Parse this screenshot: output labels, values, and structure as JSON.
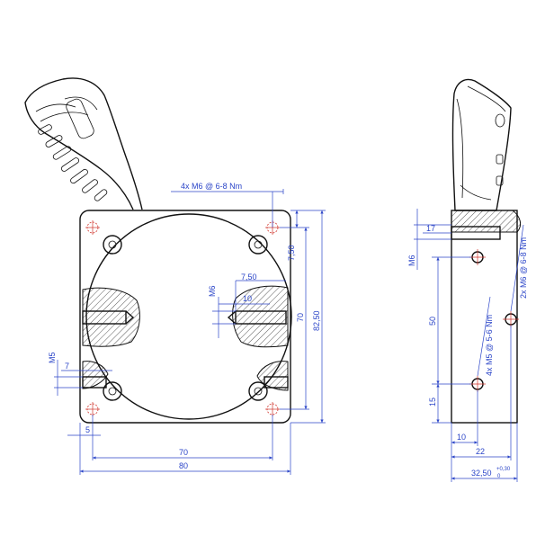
{
  "colors": {
    "outline": "#111111",
    "dimension": "#2b45c8",
    "hole_marker": "#d0342c",
    "background": "#ffffff"
  },
  "front_view": {
    "callouts": {
      "top_screws": "4x M6 @ 6-8 Nm",
      "side_thread": "M6",
      "bottom_thread": "M5"
    },
    "dimensions": {
      "width_total": "80",
      "hole_spacing_horizontal": "70",
      "edge_offset": "5",
      "edge_offset_left": "7",
      "top_offset": "7,50",
      "height_total": "82,50",
      "hole_spacing_vertical": "70",
      "slot_offset": "7,50",
      "slot_depth": "10"
    }
  },
  "side_view": {
    "callouts": {
      "top_thread": "M6",
      "side_holes_m6": "2x M6 @ 6-8 Nm",
      "side_holes_m5": "4x M5 @ 5-6 Nm"
    },
    "dimensions": {
      "top_depth": "17",
      "hole_spacing": "50",
      "bottom_offset": "15",
      "inner_offset": "10",
      "hole_position": "22",
      "width_total": "32,50",
      "tolerance_upper": "+0,30",
      "tolerance_lower": "0"
    }
  }
}
